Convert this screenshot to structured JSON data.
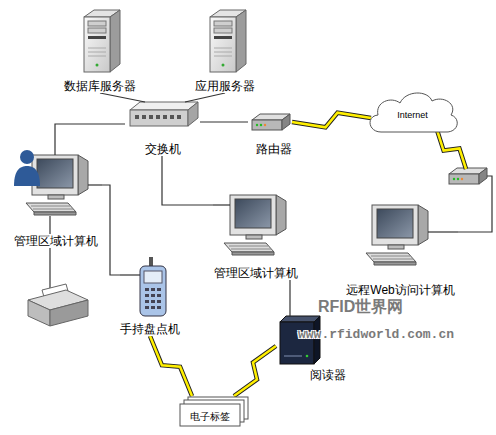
{
  "diagram": {
    "nodes": [
      {
        "text": [
          "数据库服务器"
        ]
      },
      {
        "text": [
          "应用服务器"
        ]
      },
      {
        "text": [
          "交换机"
        ]
      },
      {
        "text": [
          "路由器"
        ]
      },
      {
        "text": [
          "Internet"
        ]
      },
      {
        "text": [
          "管理区域计算机"
        ]
      },
      {
        "text": [
          "管理区域计算机"
        ]
      },
      {
        "text": [
          "远程Web访问计算机"
        ]
      },
      {
        "text": [
          "手持盘点机"
        ]
      },
      {
        "text": [
          "阅读器"
        ]
      },
      {
        "text": [
          "电子标签"
        ]
      }
    ],
    "edges": [
      {
        "from": 0,
        "to": 2,
        "arrow": "none"
      },
      {
        "from": 1,
        "to": 2,
        "arrow": "none"
      },
      {
        "from": 2,
        "to": 3,
        "arrow": "none"
      },
      {
        "from": 3,
        "to": 4,
        "arrow": "none"
      },
      {
        "from": 4,
        "to": 7,
        "arrow": "none"
      },
      {
        "from": 2,
        "to": 5,
        "arrow": "none"
      },
      {
        "from": 2,
        "to": 6,
        "arrow": "none"
      },
      {
        "from": 5,
        "to": 8,
        "arrow": "none"
      },
      {
        "from": 6,
        "to": 9,
        "arrow": "none"
      },
      {
        "from": 8,
        "to": 10,
        "arrow": "none"
      },
      {
        "from": 9,
        "to": 10,
        "arrow": "none"
      }
    ],
    "labels": [
      "RFID世界网",
      "www.rfidworld.com.cn"
    ]
  }
}
